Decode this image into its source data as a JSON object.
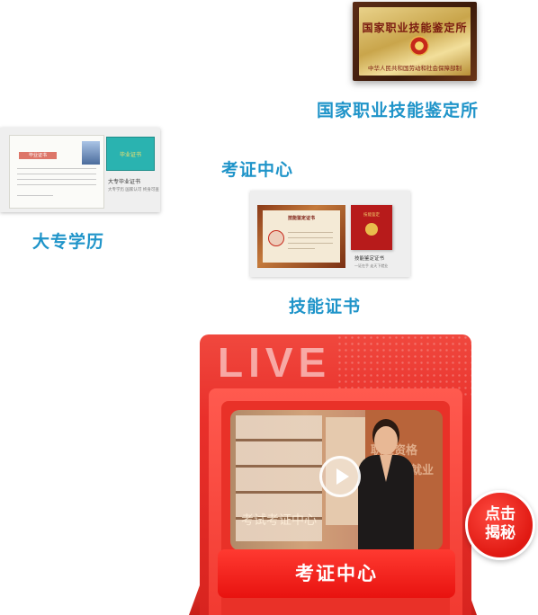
{
  "plaque": {
    "title": "国家职业技能鉴定所",
    "subtitle": "中华人民共和国劳动和社会保障部制"
  },
  "labels": {
    "institute": "国家职业技能鉴定所",
    "exam_center": "考证中心",
    "degree": "大专学历",
    "skill_cert": "技能证书"
  },
  "degree_card": {
    "doc_header": "毕业证书",
    "cover_title": "毕业证书",
    "caption": "大专毕业证书",
    "caption_small": "大专学历 国家认可 终身可查"
  },
  "skill_card": {
    "doc_title": "技能鉴定证书",
    "book_title": "技能鉴定",
    "caption": "技能鉴定证书",
    "caption_small": "一证在手 走天下就业"
  },
  "live": {
    "badge_text": "LIVE",
    "video_caption": "考试考证中心",
    "wall_text_1": "职业资格",
    "wall_text_2": "就业",
    "cta_label": "考证中心",
    "reveal_label_1": "点击",
    "reveal_label_2": "揭秘"
  }
}
